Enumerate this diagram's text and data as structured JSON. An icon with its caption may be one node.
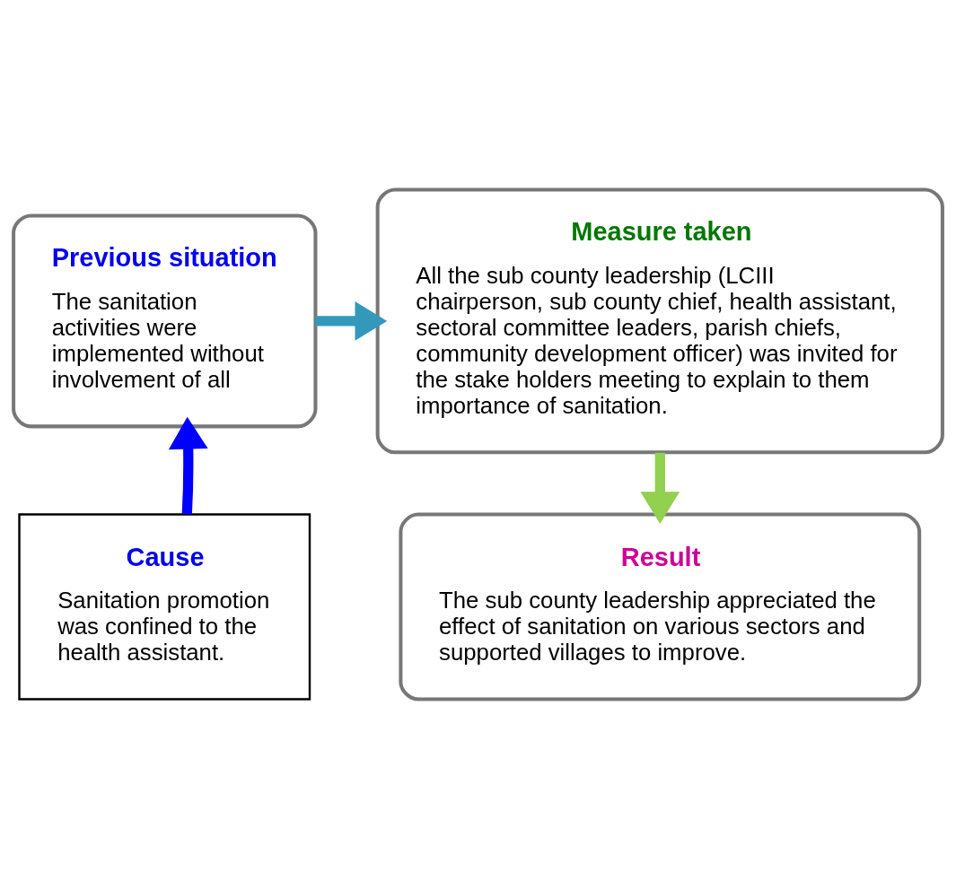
{
  "diagram": {
    "nodes": [
      {
        "text": [
          "Previous situation",
          "The sanitation activities were implemented without involvement of all"
        ]
      },
      {
        "text": [
          "Measure taken",
          "All the sub county leadership (LCIII chairperson, sub county chief, health assistant, sectoral committee leaders, parish chiefs, community development officer) was invited for the stake holders meeting to explain to them importance of sanitation."
        ]
      },
      {
        "text": [
          "Cause",
          "Sanitation promotion was confined to the health assistant."
        ]
      },
      {
        "text": [
          "Result",
          "The sub county leadership appreciated the effect of sanitation on various sectors and supported villages to improve."
        ]
      }
    ],
    "edges": [
      {
        "from": 0,
        "to": 1,
        "arrow": "to",
        "color": "#3399bb"
      },
      {
        "from": 2,
        "to": 0,
        "arrow": "to",
        "color": "#0000ff"
      },
      {
        "from": 1,
        "to": 3,
        "arrow": "to",
        "color": "#92d050"
      }
    ]
  }
}
